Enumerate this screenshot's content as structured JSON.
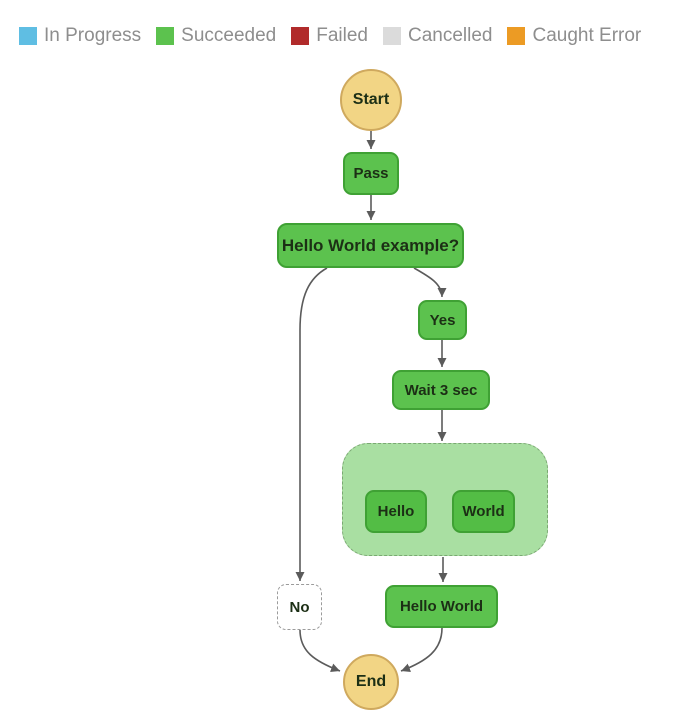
{
  "legend": {
    "items": [
      {
        "label": "In Progress",
        "color": "#5FBEE3"
      },
      {
        "label": "Succeeded",
        "color": "#5CC24E"
      },
      {
        "label": "Failed",
        "color": "#B12B2B"
      },
      {
        "label": "Cancelled",
        "color": "#DBDBDB"
      },
      {
        "label": "Caught Error",
        "color": "#EC9B24"
      }
    ]
  },
  "diagram": {
    "nodes": {
      "start": {
        "label": "Start",
        "status": "terminal"
      },
      "pass": {
        "label": "Pass",
        "status": "succeeded"
      },
      "choice": {
        "label": "Hello World example?",
        "status": "succeeded"
      },
      "yes": {
        "label": "Yes",
        "status": "succeeded"
      },
      "wait": {
        "label": "Wait 3 sec",
        "status": "succeeded"
      },
      "parallel": {
        "label": "",
        "status": "succeeded-group"
      },
      "hello": {
        "label": "Hello",
        "status": "succeeded"
      },
      "world": {
        "label": "World",
        "status": "succeeded"
      },
      "no": {
        "label": "No",
        "status": "not-executed"
      },
      "hello_world": {
        "label": "Hello World",
        "status": "succeeded"
      },
      "end": {
        "label": "End",
        "status": "terminal"
      }
    }
  },
  "colors": {
    "succeeded_fill": "#5CC24E",
    "succeeded_border": "#3FA134",
    "inner_fill": "#53BD45",
    "group_fill": "#A9DFA2",
    "group_border": "#7BA873",
    "terminal_fill": "#F2D585",
    "terminal_border": "#CFA95E",
    "not_executed_border": "#9B9B9B",
    "edge": "#5B5B5B",
    "node_text": "#1C2F15",
    "legend_text": "#8E8E8E"
  }
}
